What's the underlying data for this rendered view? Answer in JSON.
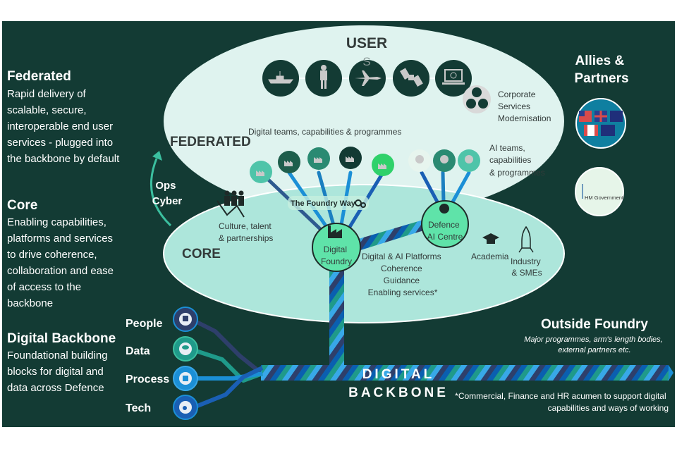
{
  "colors": {
    "background": "#133b34",
    "federated_ellipse": "#dff3ef",
    "core_ellipse": "#ade6db",
    "foundry_circle": "#5fe3a9",
    "allies_circle": "#0f7fa0",
    "hm_gov_circle": "#e6f5e9"
  },
  "left": {
    "federated": {
      "title": "Federated",
      "lines": [
        "Rapid delivery of",
        "scalable, secure,",
        "interoperable end user",
        "services - plugged into",
        "the backbone by default"
      ]
    },
    "core": {
      "title": "Core",
      "lines": [
        "Enabling capabilities,",
        "platforms and services",
        "to drive coherence,",
        "collaboration and ease",
        "of access to the",
        "backbone"
      ]
    },
    "backbone": {
      "title": "Digital Backbone",
      "lines": [
        "Foundational building",
        "blocks for digital and",
        "data across Defence"
      ]
    }
  },
  "ops_cyber": [
    "Ops",
    "Cyber"
  ],
  "users": {
    "label_top": "USER",
    "label_bottom": "S",
    "icons": [
      "ship-icon",
      "soldier-icon",
      "jet-icon",
      "satellite-icon",
      "laptop-icon"
    ]
  },
  "corporate": [
    "Corporate",
    "Services",
    "Modernisation"
  ],
  "federated_label": "FEDERATED",
  "digital_teams_label": "Digital teams, capabilities & programmes",
  "ai_teams": [
    "AI teams,",
    "capabilities",
    "& programmes"
  ],
  "core_label": "CORE",
  "culture": [
    "Culture, talent",
    "& partnerships"
  ],
  "foundry_way": "The Foundry Way",
  "digital_foundry": [
    "Digital",
    "Foundry"
  ],
  "defence_ai": [
    "Defence",
    "AI Centre"
  ],
  "platforms": [
    "Digital & AI Platforms",
    "Coherence",
    "Guidance",
    "Enabling services*"
  ],
  "academia": "Academia",
  "industry": [
    "Industry",
    "& SMEs"
  ],
  "allies": {
    "title": [
      "Allies &",
      "Partners"
    ],
    "hm_gov": "HM Government"
  },
  "backbone_inputs": [
    "People",
    "Data",
    "Process",
    "Tech"
  ],
  "backbone_label": [
    "DIGITAL",
    "BACKBONE"
  ],
  "outside": {
    "title": "Outside Foundry",
    "lines": [
      "Major programmes, arm's length bodies,",
      "external partners etc."
    ]
  },
  "footnote": [
    "*Commercial, Finance and HR acumen to support digital",
    "capabilities and ways of working"
  ]
}
